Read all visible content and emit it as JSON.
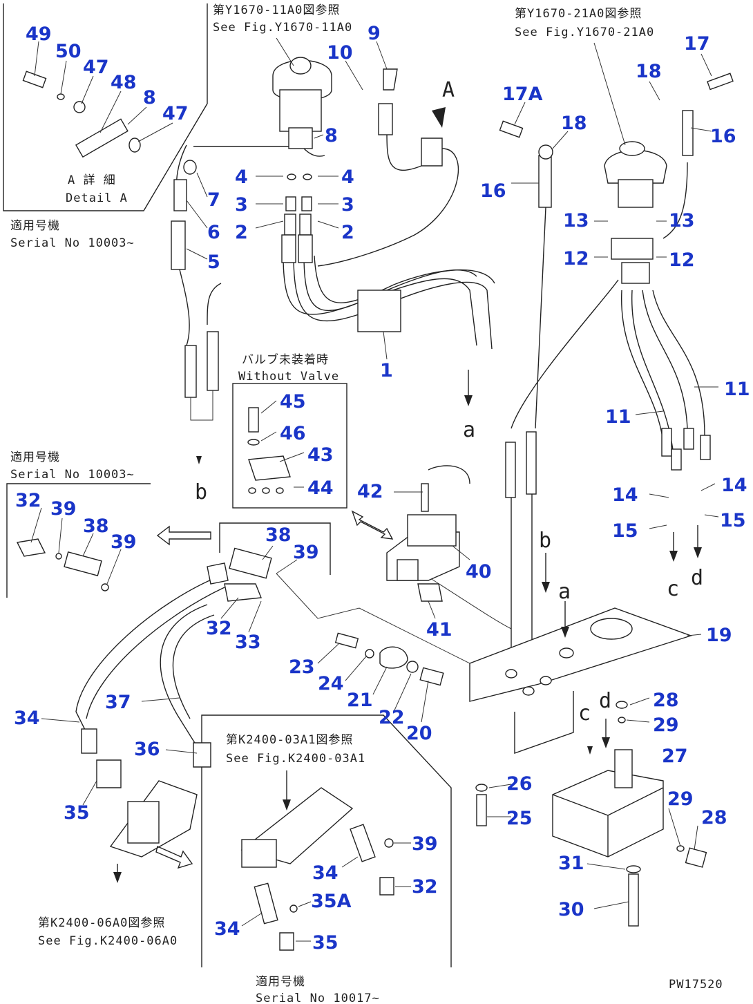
{
  "notes": {
    "ref_top_left_jp": "第Y1670-11A0図参照",
    "ref_top_left_en": "See Fig.Y1670-11A0",
    "ref_top_right_jp": "第Y1670-21A0図参照",
    "ref_top_right_en": "See Fig.Y1670-21A0",
    "detail_a_jp": "A 詳 細",
    "detail_a_en": "Detail A",
    "serial_1_jp": "適用号機",
    "serial_1_en": "Serial No 10003~",
    "without_valve_jp": "バルブ未装着時",
    "without_valve_en": "Without Valve",
    "serial_2_jp": "適用号機",
    "serial_2_en": "Serial No 10003~",
    "ref_mid_jp": "第K2400-03A1図参照",
    "ref_mid_en": "See Fig.K2400-03A1",
    "ref_bottom_jp": "第K2400-06A0図参照",
    "ref_bottom_en": "See Fig.K2400-06A0",
    "serial_3_jp": "適用号機",
    "serial_3_en": "Serial No 10017~",
    "drawing_no": "PW17520"
  },
  "flow_letters": {
    "a1": "a",
    "b1": "b",
    "a2": "a",
    "b2": "b",
    "c1": "c",
    "d1": "d",
    "c2": "c",
    "d2": "d",
    "A": "A"
  },
  "part_labels": [
    "49",
    "50",
    "47",
    "48",
    "8",
    "47",
    "10",
    "9",
    "8",
    "4",
    "4",
    "3",
    "3",
    "2",
    "2",
    "7",
    "6",
    "5",
    "1",
    "17A",
    "18",
    "18",
    "17",
    "16",
    "16",
    "13",
    "13",
    "12",
    "12",
    "11",
    "11",
    "14",
    "14",
    "15",
    "15",
    "45",
    "46",
    "43",
    "44",
    "42",
    "40",
    "41",
    "32",
    "39",
    "38",
    "39",
    "38",
    "39",
    "32",
    "33",
    "19",
    "23",
    "24",
    "21",
    "22",
    "20",
    "34",
    "37",
    "36",
    "35",
    "28",
    "29",
    "27",
    "29",
    "28",
    "26",
    "25",
    "31",
    "30",
    "39",
    "34",
    "32",
    "35A",
    "34",
    "35"
  ],
  "colors": {
    "label": "#1a35c8",
    "line": "#222222"
  }
}
